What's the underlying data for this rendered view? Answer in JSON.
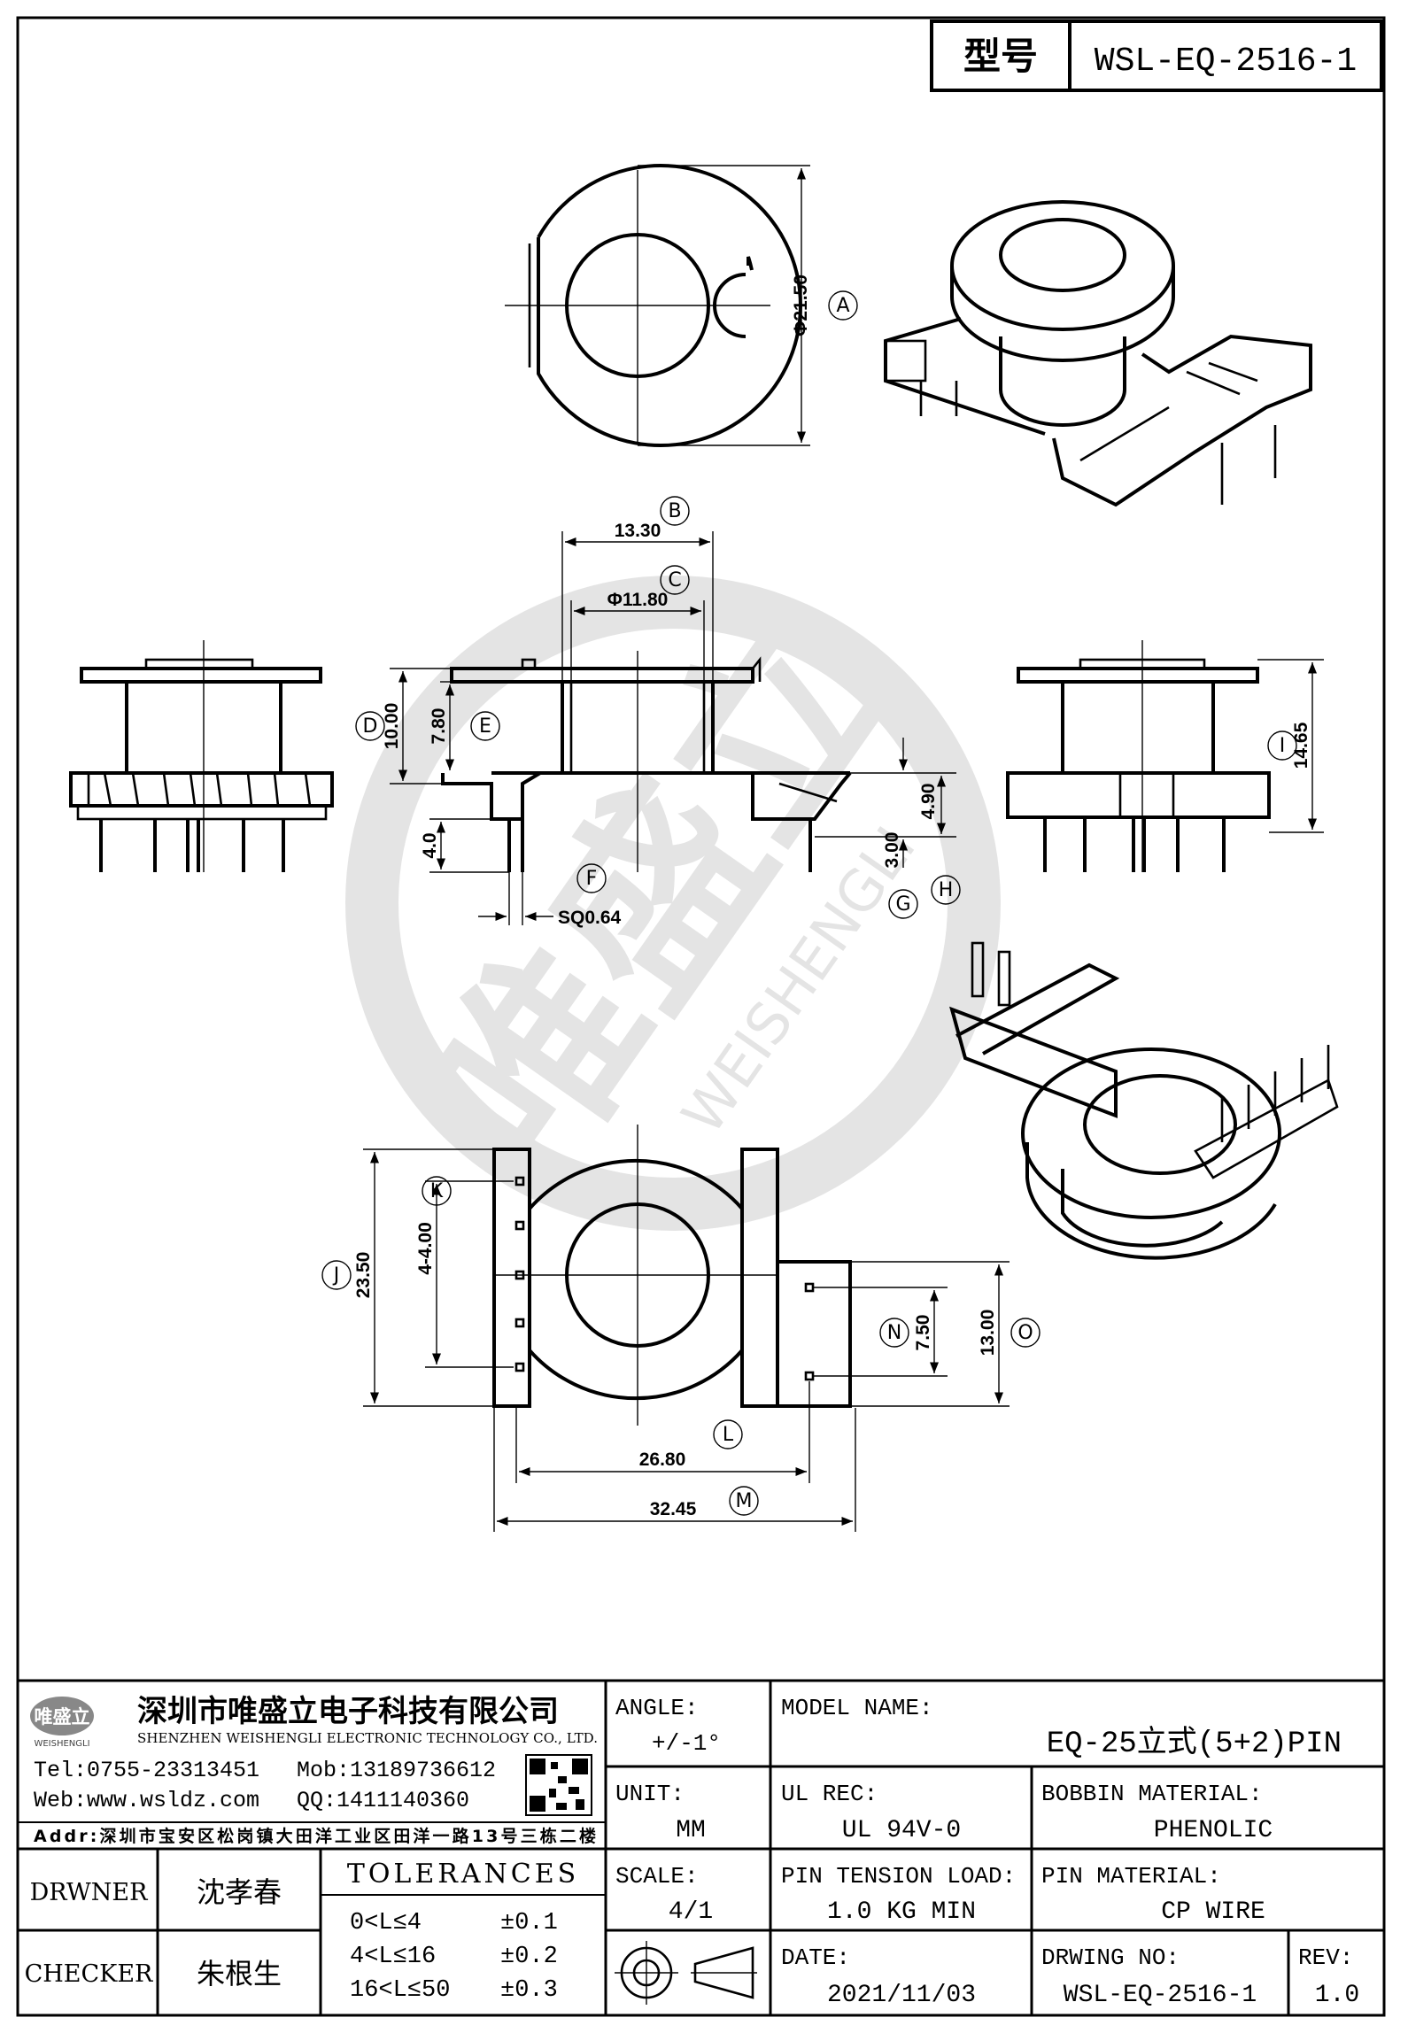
{
  "header": {
    "model_label": "型号",
    "model_value": "WSL-EQ-2516-1"
  },
  "watermark": {
    "brand": "唯盛立",
    "brand_en": "WEISHENGLI"
  },
  "drawing": {
    "dims": {
      "d_2150": "Φ21.50",
      "d_1330": "13.30",
      "d_1180": "Φ11.80",
      "d_1000": "10.00",
      "d_780": "7.80",
      "d_40": "4.0",
      "d_sq": "SQ0.64",
      "d_490": "4.90",
      "d_300": "3.00",
      "d_1465": "14.65",
      "d_2350": "23.50",
      "d_4x400": "4-4.00",
      "d_750": "7.50",
      "d_1300": "13.00",
      "d_2680": "26.80",
      "d_3245": "32.45"
    },
    "balloons": {
      "A": "A",
      "B": "B",
      "C": "C",
      "D": "D",
      "E": "E",
      "F": "F",
      "G": "G",
      "H": "H",
      "I": "I",
      "J": "J",
      "K": "K",
      "L": "L",
      "M": "M",
      "N": "N",
      "O": "O"
    }
  },
  "title_block": {
    "company_cn": "深圳市唯盛立电子科技有限公司",
    "company_en": "SHENZHEN WEISHENGLI ELECTRONIC TECHNOLOGY CO., LTD.",
    "logo_text": "唯盛立",
    "logo_sub": "WEISHENGLI",
    "tel": "Tel:0755-23313451",
    "mob": "Mob:13189736612",
    "web": "Web:www.wsldz.com",
    "qq": "QQ:1411140360",
    "addr": "Addr:深圳市宝安区松岗镇大田洋工业区田洋一路13号三栋二楼",
    "angle_label": "ANGLE:",
    "angle_value": "+/-1°",
    "unit_label": "UNIT:",
    "unit_value": "MM",
    "scale_label": "SCALE:",
    "scale_value": "4/1",
    "model_name_label": "MODEL NAME:",
    "model_name_value": "EQ-25立式(5+2)PIN",
    "ul_label": "UL REC:",
    "ul_value": "UL 94V-0",
    "bobbin_label": "BOBBIN MATERIAL:",
    "bobbin_value": "PHENOLIC",
    "pin_tension_label": "PIN TENSION LOAD:",
    "pin_tension_value": "1.0 KG MIN",
    "pin_material_label": "PIN MATERIAL:",
    "pin_material_value": "CP WIRE",
    "date_label": "DATE:",
    "date_value": "2021/11/03",
    "drwing_no_label": "DRWING NO:",
    "drwing_no_value": "WSL-EQ-2516-1",
    "rev_label": "REV:",
    "rev_value": "1.0",
    "drwner_label": "DRWNER",
    "drwner_value": "沈孝春",
    "checker_label": "CHECKER",
    "checker_value": "朱根生",
    "tolerances_title": "TOLERANCES",
    "tol_rows": [
      {
        "range": "0<L≤4",
        "tol": "±0.1"
      },
      {
        "range": "4<L≤16",
        "tol": "±0.2"
      },
      {
        "range": "16<L≤50",
        "tol": "±0.3"
      }
    ]
  }
}
